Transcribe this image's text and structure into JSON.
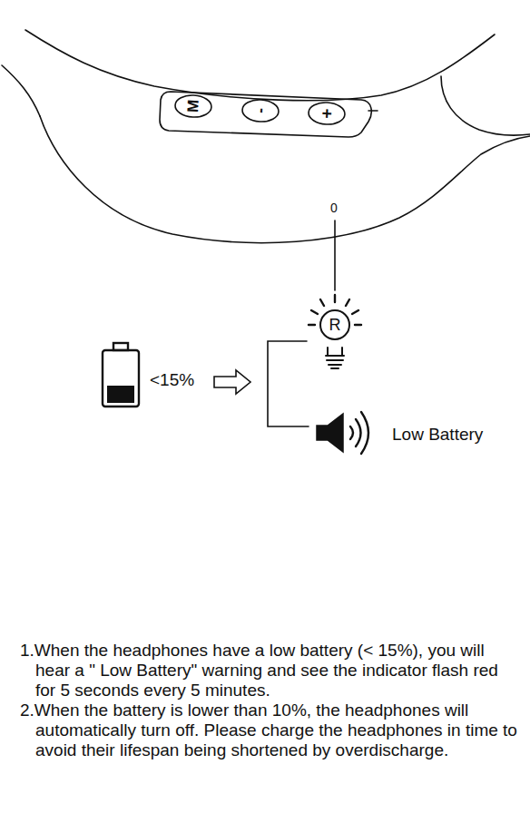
{
  "diagram": {
    "nodes": [
      {
        "text": [
          "R"
        ]
      }
    ],
    "labels": [
      "M",
      "-",
      "+",
      "0",
      "<15%",
      "Low Battery",
      "1.When the headphones have a low battery (< 15%), you will hear a \" Low Battery\" warning and see the indicator flash red for 5 seconds every 5 minutes.",
      "2.When the battery is lower than 10%, the headphones will automatically turn off. Please charge the headphones in time to avoid their lifespan being shortened by overdischarge."
    ]
  }
}
